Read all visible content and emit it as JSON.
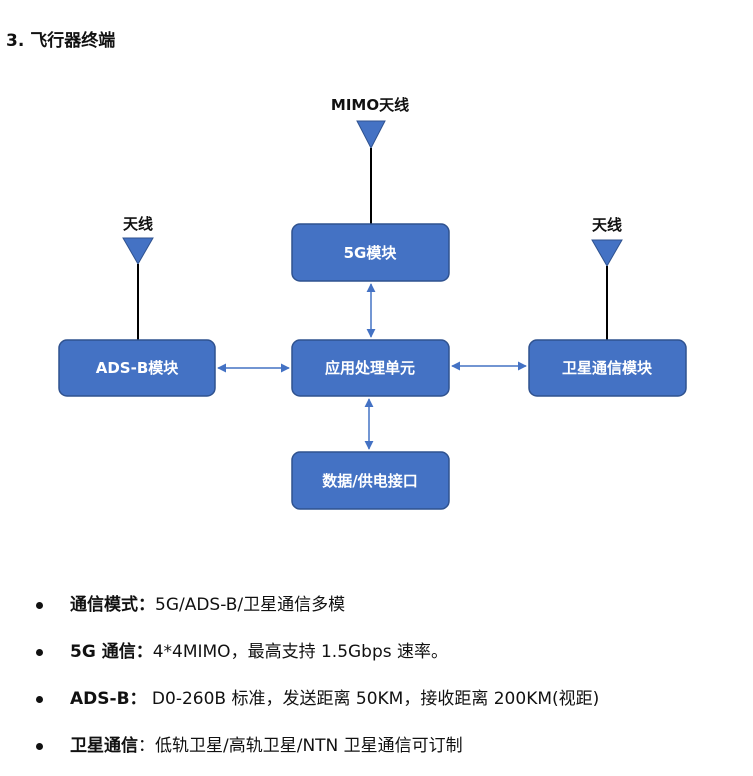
{
  "heading": "3. 飞行器终端",
  "colors": {
    "box_fill": "#4472c4",
    "box_stroke": "#2f528f",
    "arrow": "#4472c4",
    "line": "#000000",
    "antenna": "#4472c4"
  },
  "antennas": {
    "mimo": "MIMO天线",
    "left": "天线",
    "right": "天线"
  },
  "boxes": {
    "g5": "5G模块",
    "adsb": "ADS-B模块",
    "app": "应用处理单元",
    "sat": "卫星通信模块",
    "data": "数据/供电接口"
  },
  "specs": [
    {
      "label": "通信模式：",
      "text": "5G/ADS-B/卫星通信多模"
    },
    {
      "label": "5G 通信：",
      "text": "4*4MIMO，最高支持 1.5Gbps 速率。"
    },
    {
      "label": "ADS-B：",
      "text": " D0-260B 标准，发送距离 50KM，接收距离 200KM(视距)"
    },
    {
      "label": "卫星通信",
      "text": "：低轨卫星/高轨卫星/NTN 卫星通信可订制"
    }
  ]
}
